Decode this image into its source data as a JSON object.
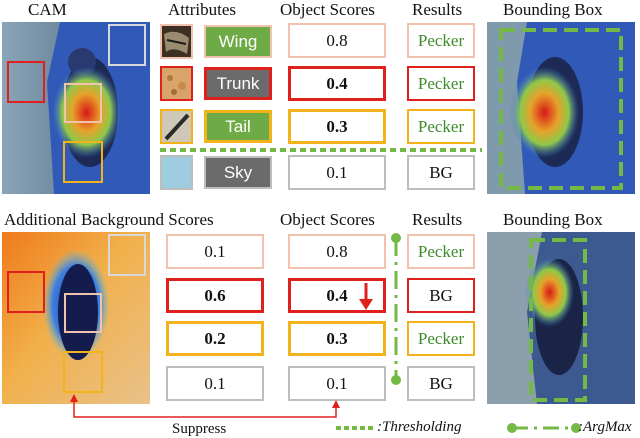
{
  "top": {
    "cam_header": "CAM",
    "attributes_header": "Attributes",
    "object_scores_header": "Object Scores",
    "results_header": "Results",
    "bbox_header": "Bounding Box",
    "attributes": [
      "Wing",
      "Trunk",
      "Tail",
      "Sky"
    ],
    "object_scores": [
      "0.8",
      "0.4",
      "0.3",
      "0.1"
    ],
    "results": [
      "Pecker",
      "Pecker",
      "Pecker",
      "BG"
    ]
  },
  "bottom": {
    "additional_header": "Additional Background Scores",
    "object_scores_header": "Object Scores",
    "results_header": "Results",
    "bbox_header": "Bounding Box",
    "background_scores": [
      "0.1",
      "0.6",
      "0.2",
      "0.1"
    ],
    "object_scores": [
      "0.8",
      "0.4",
      "0.3",
      "0.1"
    ],
    "results": [
      "Pecker",
      "BG",
      "Pecker",
      "BG"
    ],
    "suppress_label": "Suppress"
  },
  "legend": {
    "thresholding": ":Thresholding",
    "argmax": ":ArgMax"
  },
  "colors": {
    "peach": "#f1c2ad",
    "red": "#e0201d",
    "orange": "#f2b21a",
    "gray": "#bdbdbd",
    "green_attr": "#6eaa46",
    "dark_gray_attr": "#6b6b6b",
    "sky_thumb": "#9fcde0",
    "dash_green": "#74b845"
  }
}
